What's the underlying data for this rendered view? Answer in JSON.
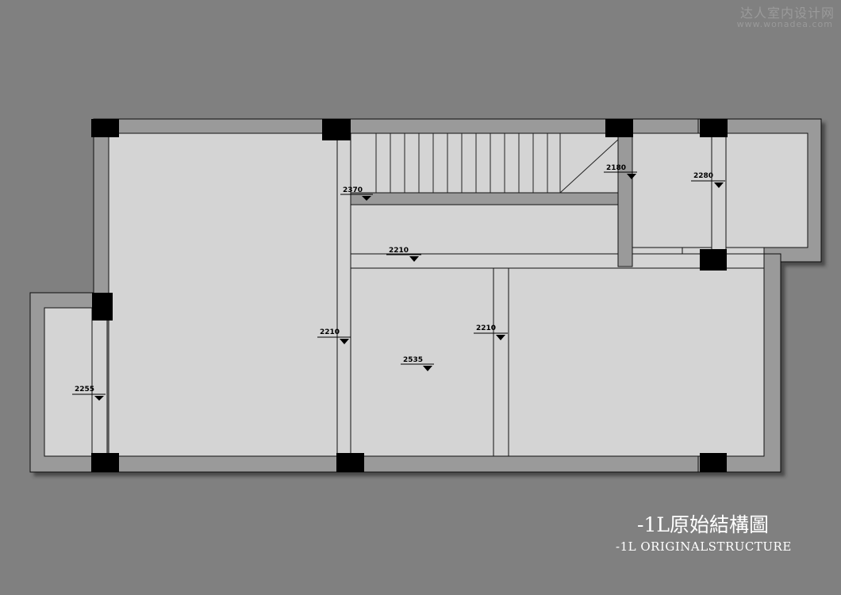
{
  "watermark": {
    "brand": "达人室内设计网",
    "url": "www.wonadea.com"
  },
  "title": {
    "chinese": "-1L原始結構圖",
    "english": "-1L  ORIGINALSTRUCTURE"
  },
  "levels": {
    "l2370": "2370",
    "l2180": "2180",
    "l2280": "2280",
    "l2210_corridor": "2210",
    "l2210_left": "2210",
    "l2210_mid": "2210",
    "l2535": "2535",
    "l2255": "2255"
  },
  "colors": {
    "background": "#808080",
    "wall": "#9a9a9a",
    "floor": "#d4d4d4",
    "column": "#000000"
  }
}
